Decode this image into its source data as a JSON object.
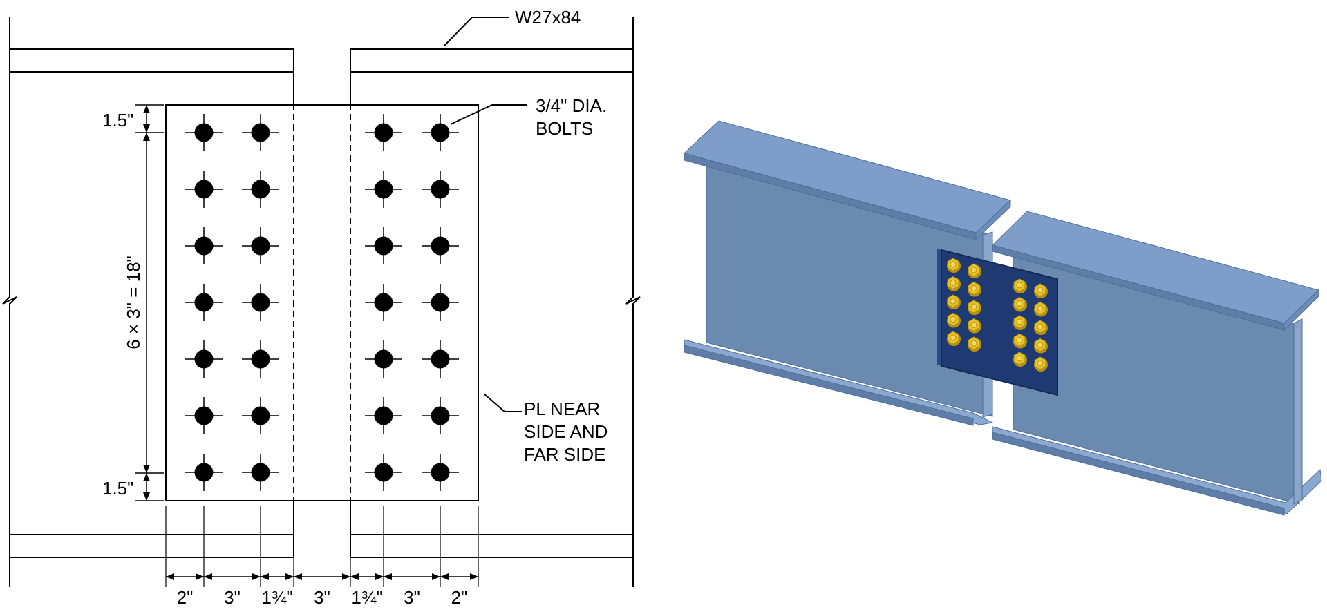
{
  "drawing": {
    "beam_label": "W27x84",
    "bolt_label_line1": "3/4\" DIA.",
    "bolt_label_line2": "BOLTS",
    "plate_label_line1": "PL NEAR",
    "plate_label_line2": "SIDE AND",
    "plate_label_line3": "FAR SIDE",
    "dim_top_edge": "1.5\"",
    "dim_bottom_edge": "1.5\"",
    "dim_vertical_spacing": "6 × 3\" = 18\"",
    "dim_bottom": [
      "2\"",
      "3\"",
      "1¾\"",
      "3\"",
      "1¾\"",
      "3\"",
      "2\""
    ]
  },
  "bolt_grid": {
    "rows": 7,
    "columns_per_side": 2,
    "sides": 2
  },
  "model_bolt_grid": {
    "rows": 5,
    "columns_per_side": 2,
    "sides": 2
  },
  "colors": {
    "steel_top": "#7f9dc9",
    "steel_web": "#6a8ab0",
    "steel_edge": "#4e6f99",
    "plate": "#1f3a72",
    "bolt": "#e8c22a",
    "bolt_dark": "#b8920e"
  }
}
